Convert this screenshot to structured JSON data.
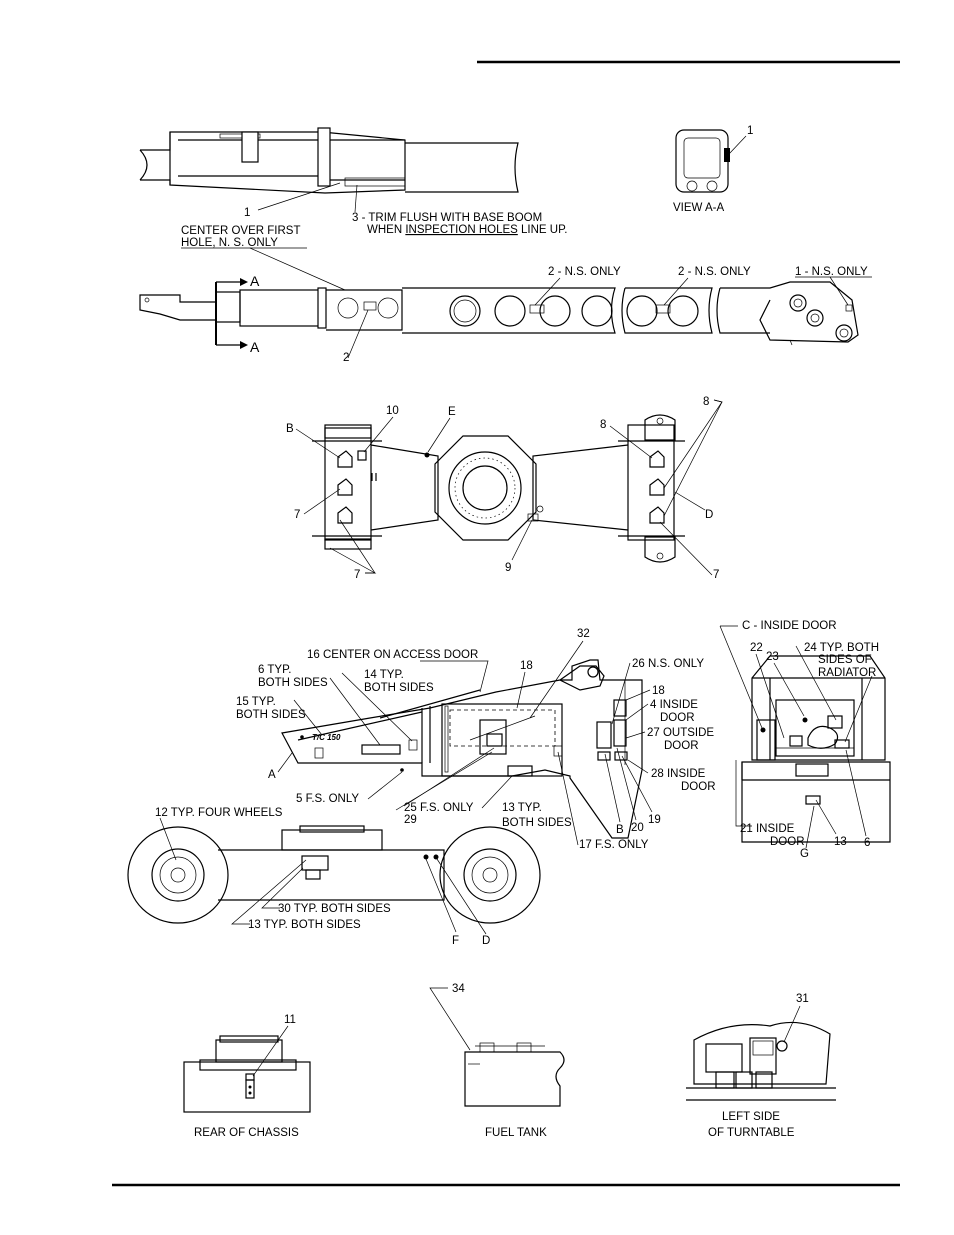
{
  "boom_labels": {
    "view_callout_1": "1",
    "item_1": "1",
    "trim_line1": "3 - TRIM FLUSH WITH BASE BOOM",
    "trim_line2_pre": "WHEN ",
    "trim_line2_ul": "INSPECTION HOLES",
    "trim_line2_post": " LINE UP.",
    "center_line1": "CENTER OVER FIRST",
    "center_line2": "HOLE, N. S. ONLY",
    "ns_only_a": "2 - N.S. ONLY",
    "ns_only_b": "2 - N.S. ONLY",
    "ns_only_tip": "1 - N.S. ONLY",
    "section_a_top": "A",
    "section_a_bottom": "A",
    "item_2": "2",
    "view_aa": "VIEW  A-A"
  },
  "frame_labels": {
    "b": "B",
    "item_10": "10",
    "e": "E",
    "item_8_top": "8",
    "item_8_mid": "8",
    "item_7_left": "7",
    "d": "D",
    "item_9": "9",
    "item_7_bottom": "7",
    "item_7_right": "7"
  },
  "turntable_labels": {
    "item_32": "32",
    "center_access": "16 CENTER ON ACCESS DOOR",
    "typ6_l1": "6 TYP.",
    "typ6_l2": "BOTH SIDES",
    "typ14_l1": "14 TYP.",
    "typ14_l2": "BOTH SIDES",
    "item_18_a": "18",
    "ns26": "26 N.S. ONLY",
    "item_18_b": "18",
    "inside4_l1": "4 INSIDE",
    "inside4_l2": "DOOR",
    "typ15_l1": "15 TYP.",
    "typ15_l2": "BOTH SIDES",
    "outside27_l1": "27 OUTSIDE",
    "outside27_l2": "DOOR",
    "a": "A",
    "inside28_l1": "28 INSIDE",
    "inside28_l2": "DOOR",
    "fs5": "5 F.S. ONLY",
    "fs25": "25 F.S. ONLY",
    "item_29": "29",
    "typ13_l1": "13 TYP.",
    "typ13_l2": "BOTH SIDES",
    "item_19": "19",
    "b": "B",
    "item_20": "20",
    "fs17": "17 F.S. ONLY",
    "logo": "T/C 150"
  },
  "rear_view_labels": {
    "c_inside": "C - INSIDE DOOR",
    "item_22": "22",
    "item_23": "23",
    "typ24_l1": "24 TYP. BOTH",
    "typ24_l2": "SIDES OF",
    "typ24_l3": "RADIATOR",
    "inside21_l1": "21 INSIDE",
    "inside21_l2": "DOOR",
    "item_13": "13",
    "item_6": "6",
    "g": "G"
  },
  "chassis_labels": {
    "wheels12": "12 TYP. FOUR WHEELS",
    "typ30": "30 TYP. BOTH SIDES",
    "typ13": "13 TYP. BOTH SIDES",
    "f": "F",
    "d": "D"
  },
  "bottom_labels": {
    "item_11": "11",
    "rear_chassis": "REAR OF CHASSIS",
    "item_34": "34",
    "fuel_tank": "FUEL TANK",
    "item_31": "31",
    "left_side_l1": "LEFT SIDE",
    "left_side_l2": "OF TURNTABLE"
  }
}
